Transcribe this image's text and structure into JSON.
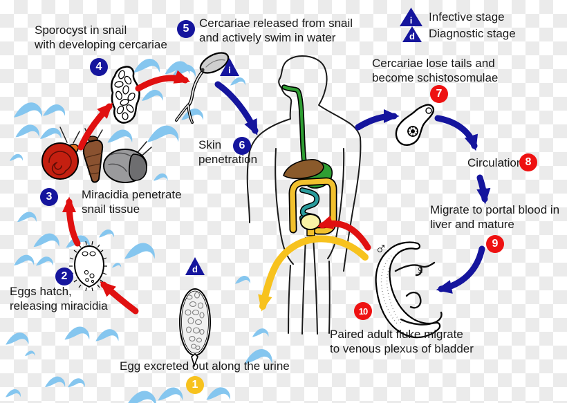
{
  "legend": {
    "items": [
      {
        "symbol": "i",
        "label": "Infective stage"
      },
      {
        "symbol": "d",
        "label": "Diagnostic stage"
      }
    ]
  },
  "steps": [
    {
      "num": "1",
      "label": "Egg excreted out along the urine"
    },
    {
      "num": "2",
      "label": "Eggs hatch,\nreleasing miracidia"
    },
    {
      "num": "3",
      "label": "Miracidia penetrate\nsnail tissue"
    },
    {
      "num": "4",
      "label": "Sporocyst in snail\nwith developing cercariae"
    },
    {
      "num": "5",
      "label": "Cercariae released from snail\nand actively swim in water"
    },
    {
      "num": "6",
      "label": "Skin\npenetration"
    },
    {
      "num": "7",
      "label": "Cercariae lose tails and\nbecome schistosomulae"
    },
    {
      "num": "8",
      "label": "Circulation"
    },
    {
      "num": "9",
      "label": "Migrate to portal blood in\nliver and mature"
    },
    {
      "num": "10",
      "label": "Paired adult fluke migrate\nto venous plexus of bladder"
    }
  ],
  "symbols": {
    "male": "♂",
    "female": "♀"
  },
  "colors": {
    "step_blue": "#15159d",
    "step_red": "#ee1111",
    "step_yellow": "#f7c21e",
    "arrow_red": "#e01010",
    "arrow_blue": "#15159d",
    "arrow_yellow": "#f7c21e",
    "water_wave": "#85c6ef",
    "text": "#1a1a1a"
  }
}
